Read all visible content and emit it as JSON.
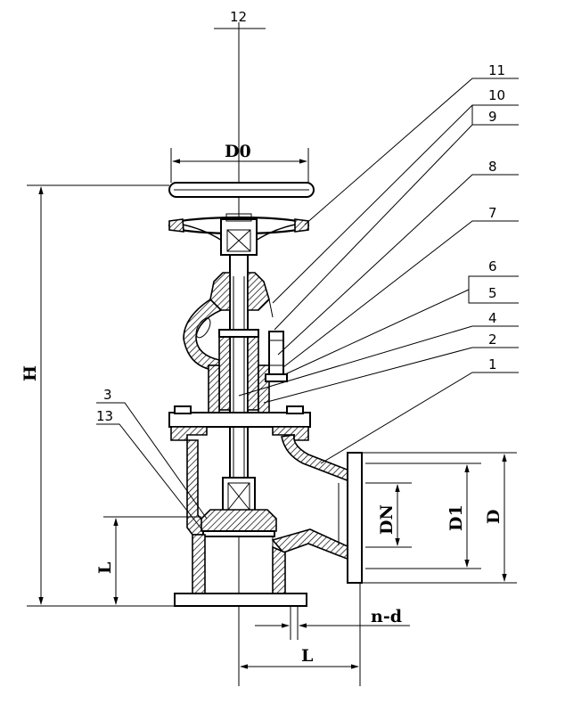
{
  "parts": [
    {
      "id": "p1",
      "label": "1"
    },
    {
      "id": "p2",
      "label": "2"
    },
    {
      "id": "p3",
      "label": "3"
    },
    {
      "id": "p4",
      "label": "4"
    },
    {
      "id": "p5",
      "label": "5"
    },
    {
      "id": "p6",
      "label": "6"
    },
    {
      "id": "p7",
      "label": "7"
    },
    {
      "id": "p8",
      "label": "8"
    },
    {
      "id": "p9",
      "label": "9"
    },
    {
      "id": "p10",
      "label": "10"
    },
    {
      "id": "p11",
      "label": "11"
    },
    {
      "id": "p12",
      "label": "12"
    },
    {
      "id": "p13",
      "label": "13"
    }
  ],
  "dimensions": {
    "handwheel_diameter": "D0",
    "height": "H",
    "length_vertical": "L",
    "length_horizontal": "L",
    "nominal_diameter": "DN",
    "bolt_circle": "D1",
    "flange_diameter": "D",
    "bolt_holes": "n-d"
  }
}
